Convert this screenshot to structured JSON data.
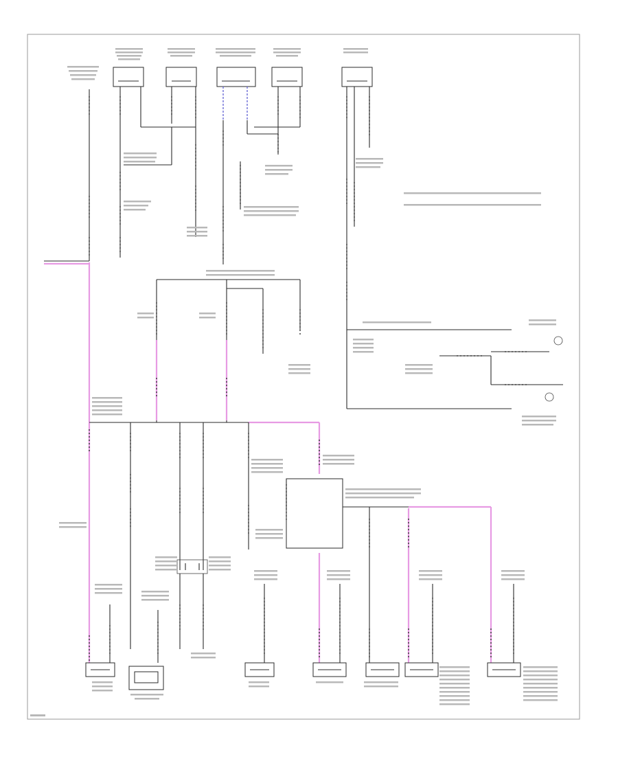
{
  "diagram": {
    "corner_label": "",
    "legend": [
      {
        "id": "legend-1",
        "text": ""
      },
      {
        "id": "legend-2",
        "text": ""
      }
    ],
    "wire_colors": {
      "black": "#2a2a2a",
      "pink": "#e79ae3",
      "blue": "#6b6bd6"
    },
    "wire_labels": {
      "yel_left": "",
      "pnk_top": "",
      "blk_1": "",
      "blk_2": "",
      "pnk_mid": "",
      "pnk_right": ""
    },
    "top_components": [
      {
        "id": "comp-top-1",
        "label": ""
      },
      {
        "id": "comp-top-2",
        "label": ""
      },
      {
        "id": "comp-top-3",
        "label": ""
      },
      {
        "id": "comp-top-4",
        "label": ""
      },
      {
        "id": "comp-top-5",
        "label": ""
      }
    ],
    "bottom_components": [
      {
        "id": "comp-bot-1",
        "label": ""
      },
      {
        "id": "comp-bot-2",
        "label": ""
      },
      {
        "id": "comp-bot-3",
        "label": ""
      },
      {
        "id": "comp-bot-4",
        "label": ""
      },
      {
        "id": "comp-bot-5",
        "label": ""
      },
      {
        "id": "comp-bot-6",
        "label": ""
      },
      {
        "id": "comp-bot-7",
        "label": ""
      }
    ]
  }
}
